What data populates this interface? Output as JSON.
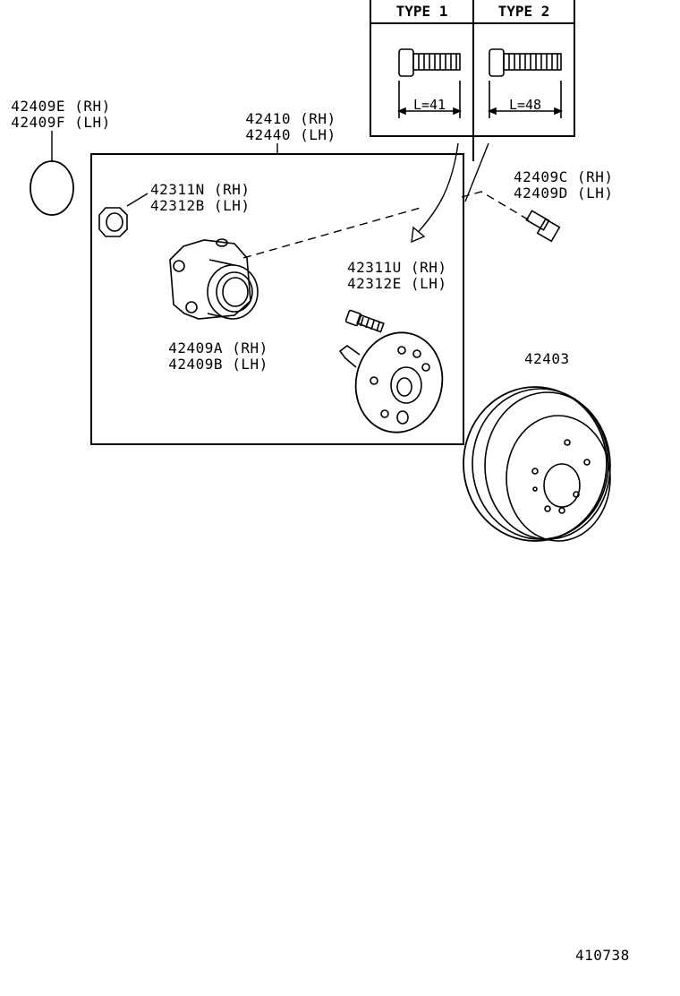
{
  "inset": {
    "type1": {
      "title": "TYPE 1",
      "length": "L=41"
    },
    "type2": {
      "title": "TYPE 2",
      "length": "L=48"
    }
  },
  "parts": {
    "o_ring": {
      "rh": "42409E (RH)",
      "lh": "42409F (LH)"
    },
    "hub_assembly": {
      "rh": "42410 (RH)",
      "lh": "42440 (LH)"
    },
    "nut": {
      "rh": "42311N (RH)",
      "lh": "42312B (LH)"
    },
    "bearing": {
      "rh": "42409A (RH)",
      "lh": "42409B (LH)"
    },
    "hub_bolt": {
      "rh": "42311U (RH)",
      "lh": "42312E (LH)"
    },
    "bolt_side": {
      "rh": "42409C (RH)",
      "lh": "42409D (LH)"
    },
    "drum": {
      "label": "42403"
    }
  },
  "figure_number": "410738"
}
